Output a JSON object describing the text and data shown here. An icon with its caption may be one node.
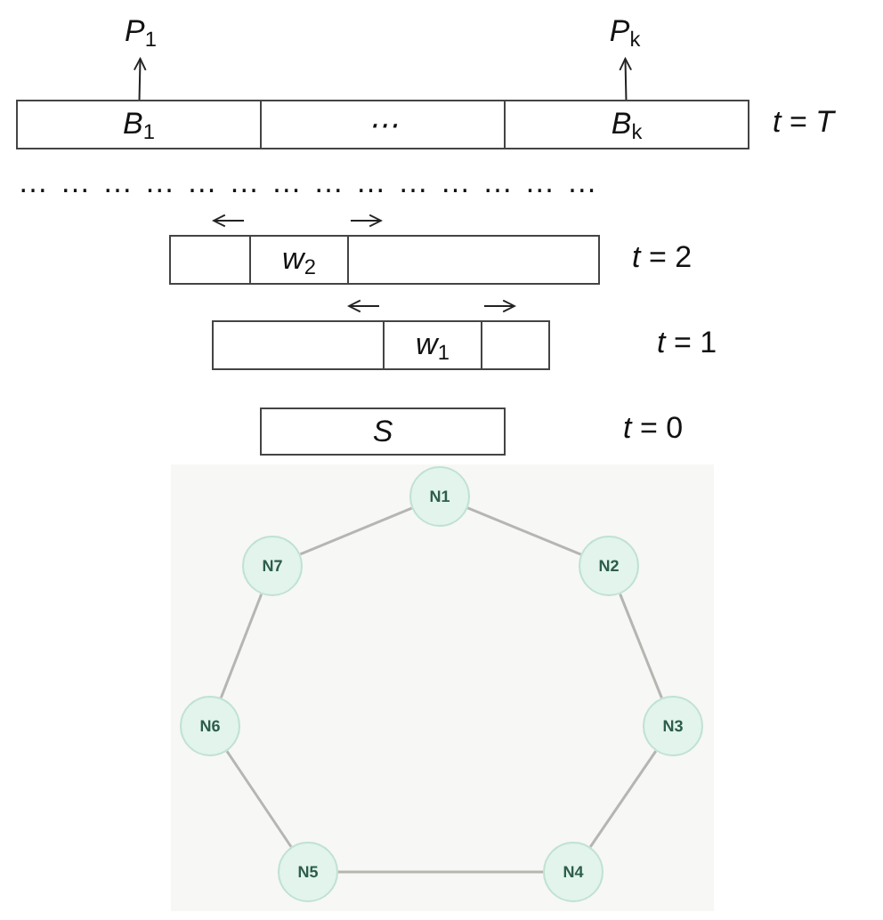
{
  "diagram": {
    "nodes": [
      {
        "text": [
          "P$_{1}$"
        ]
      },
      {
        "text": [
          "P$_{k}$"
        ]
      },
      {
        "text": [
          "B$_{1}$"
        ]
      },
      {
        "text": [
          "⋯"
        ]
      },
      {
        "text": [
          "B$_{k}$"
        ]
      },
      {
        "text": [],
        "shape": "box"
      },
      {
        "text": [
          "w$_{2}$"
        ]
      },
      {
        "text": [],
        "shape": "box"
      },
      {
        "text": [],
        "shape": "box"
      },
      {
        "text": [
          "w$_{1}$"
        ]
      },
      {
        "text": [],
        "shape": "box"
      },
      {
        "text": [
          "S"
        ]
      },
      {
        "text": [
          "N1"
        ]
      },
      {
        "text": [
          "N7"
        ]
      },
      {
        "text": [
          "N2"
        ]
      },
      {
        "text": [
          "N6"
        ]
      },
      {
        "text": [
          "N3"
        ]
      },
      {
        "text": [
          "N5"
        ]
      },
      {
        "text": [
          "N4"
        ]
      }
    ],
    "edges": [
      {
        "from": 2,
        "to": 0,
        "arrow": "to",
        "color": "#222222"
      },
      {
        "from": 4,
        "to": 1,
        "arrow": "to",
        "color": "#222222"
      },
      {
        "from": 12,
        "to": 14,
        "arrow": "none"
      },
      {
        "from": 14,
        "to": 16,
        "arrow": "none"
      },
      {
        "from": 16,
        "to": 18,
        "arrow": "none"
      },
      {
        "from": 18,
        "to": 17,
        "arrow": "none"
      },
      {
        "from": 17,
        "to": 15,
        "arrow": "none"
      },
      {
        "from": 15,
        "to": 13,
        "arrow": "none"
      },
      {
        "from": 13,
        "to": 12,
        "arrow": "none"
      }
    ],
    "labels": [
      "*t* = *T*",
      "… … … … … … … … … … … … … …",
      "*t* = 2",
      "*t* = 1",
      "*t* = 0"
    ]
  }
}
